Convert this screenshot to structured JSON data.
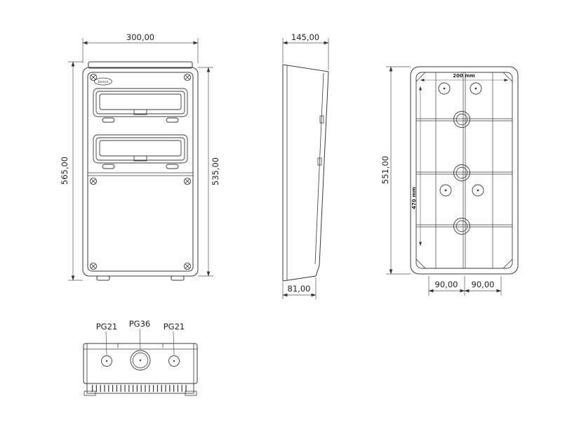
{
  "drawing": {
    "front_view": {
      "width_dim": "300,00",
      "overall_height_dim": "565,00",
      "door_height_dim": "535,00",
      "brand": "bemis"
    },
    "side_view": {
      "top_depth_dim": "145,00",
      "bottom_depth_dim": "81,00"
    },
    "back_view": {
      "height_dim": "551,00",
      "inner_width_dim": "200 mm",
      "inner_height_dim": "470 mm",
      "bottom_left_dim": "90,00",
      "bottom_right_dim": "90,00"
    },
    "bottom_view": {
      "left_gland_label": "PG21",
      "center_gland_label": "PG36",
      "right_gland_label": "PG21"
    },
    "colors": {
      "line": "#3a3a3a",
      "dim_line": "#555555",
      "text": "#1f1f1f"
    }
  }
}
